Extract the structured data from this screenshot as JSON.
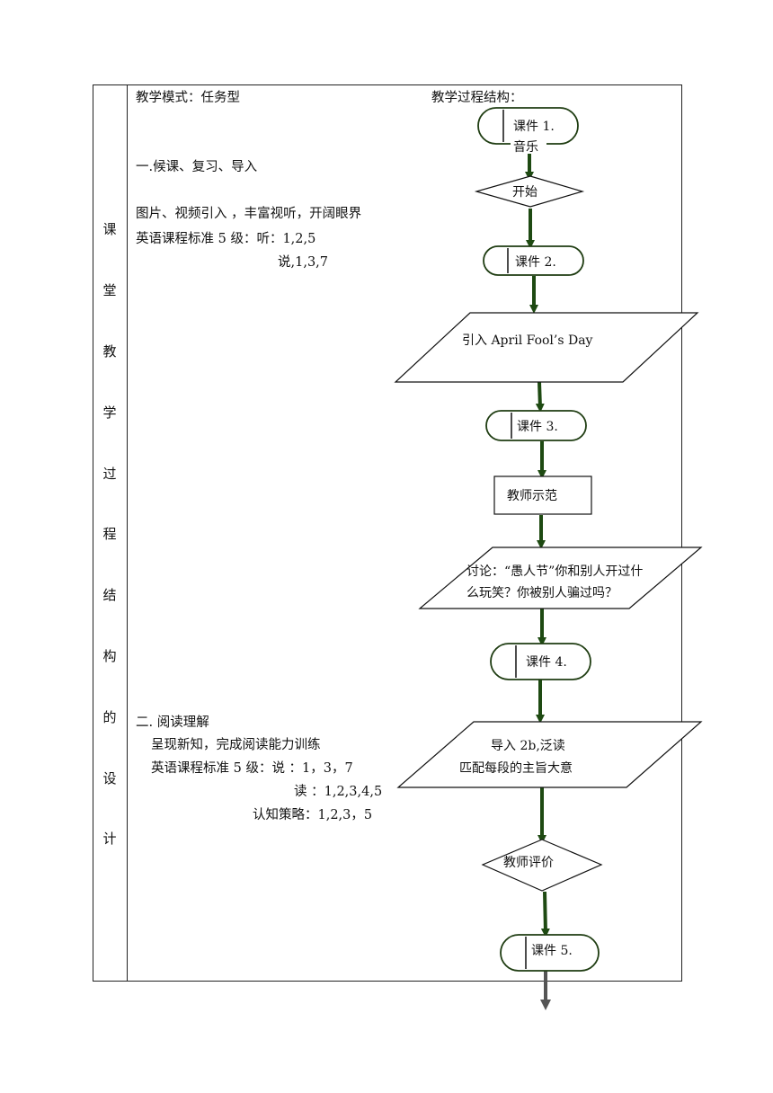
{
  "side_label": [
    "课",
    "堂",
    "教",
    "学",
    "过",
    "程",
    "结",
    "构",
    "的",
    "设",
    "计"
  ],
  "left_notes": {
    "mode": "教学模式：任务型",
    "section1_title": "一.候课、复习、导入",
    "section1_line1": "图片、视频引入 ，丰富视听，开阔眼界",
    "section1_line2": "英语课程标准 5 级：听：1,2,5",
    "section1_line3": "说,1,3,7",
    "section2_title": "二. 阅读理解",
    "section2_line1": "呈现新知，完成阅读能力训练",
    "section2_line2": "英语课程标准 5 级：说 ：1，3，7",
    "section2_line3": "读 ：1,2,3,4,5",
    "section2_line4": "认知策略：1,2,3，5"
  },
  "flow": {
    "title": "教学过程结构：",
    "courseware1_line1": "课件 1.",
    "courseware1_line2": "音乐",
    "start": "开始",
    "courseware2": "课件 2.",
    "intro": "引入 April Fool’s Day",
    "courseware3": "课件 3.",
    "teacher_demo": "教师示范",
    "discussion_line1": "讨论：“愚人节”你和别人开过什",
    "discussion_line2": "么玩笑？你被别人骗过吗？",
    "courseware4": "课件 4.",
    "reading_line1": "导入 2b,泛读",
    "reading_line2": "匹配每段的主旨大意",
    "teacher_eval": "教师评价",
    "courseware5": "课件 5."
  },
  "colors": {
    "shape_border": "#1f3d12",
    "arrow_green": "#1e4a12",
    "arrow_gray": "#555555",
    "line": "#222222"
  }
}
